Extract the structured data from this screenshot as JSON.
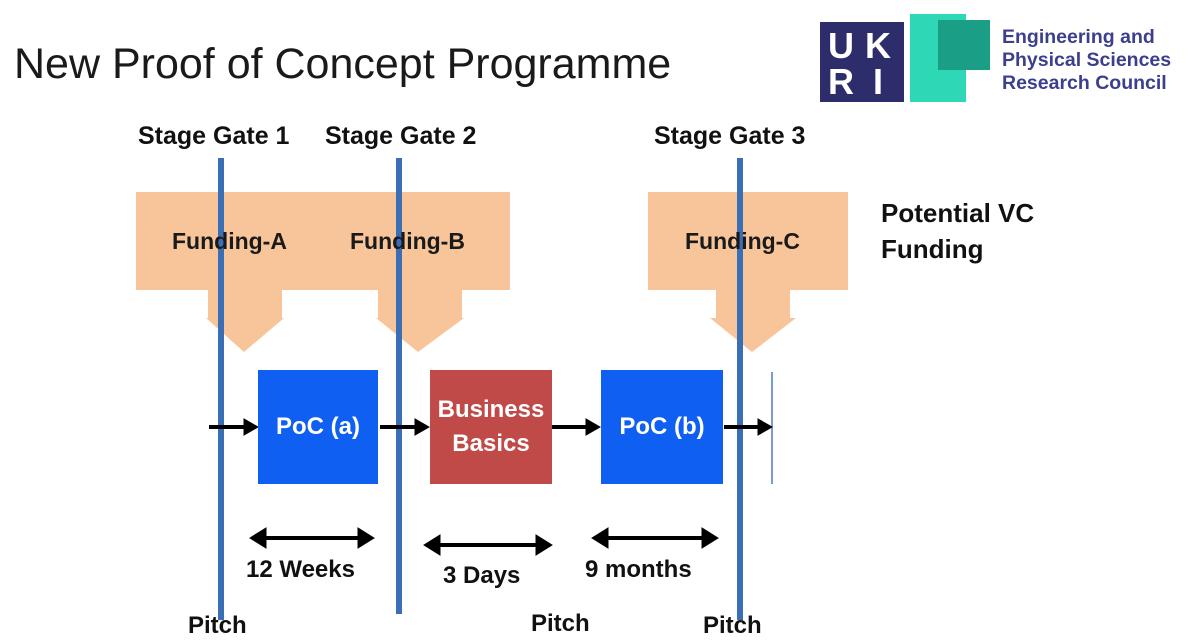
{
  "title": "New Proof of Concept Programme",
  "logo": {
    "mark_letters": [
      "U",
      "K",
      "R",
      "I"
    ],
    "council_lines": [
      "Engineering and",
      "Physical Sciences",
      "Research Council"
    ]
  },
  "stage_gates": [
    {
      "label": "Stage Gate 1"
    },
    {
      "label": "Stage Gate 2"
    },
    {
      "label": "Stage Gate 3"
    }
  ],
  "funding": [
    {
      "label": "Funding-A"
    },
    {
      "label": "Funding-B"
    },
    {
      "label": "Funding-C"
    }
  ],
  "potential_vc": [
    "Potential VC",
    "Funding"
  ],
  "stages": [
    {
      "lines": [
        "PoC (a)"
      ]
    },
    {
      "lines": [
        "Business",
        "Basics"
      ]
    },
    {
      "lines": [
        "PoC (b)"
      ]
    }
  ],
  "durations": [
    {
      "label": "12 Weeks"
    },
    {
      "label": "3 Days"
    },
    {
      "label": "9  months"
    }
  ],
  "pitch_labels": [
    "Pitch",
    "Pitch",
    "Pitch"
  ],
  "colors": {
    "gate_line": "#3a6fb5",
    "funding_fill": "#f8c499",
    "poc_fill": "#0f5ff2",
    "business_fill": "#bf4a47",
    "council_text": "#3c3f8e"
  }
}
